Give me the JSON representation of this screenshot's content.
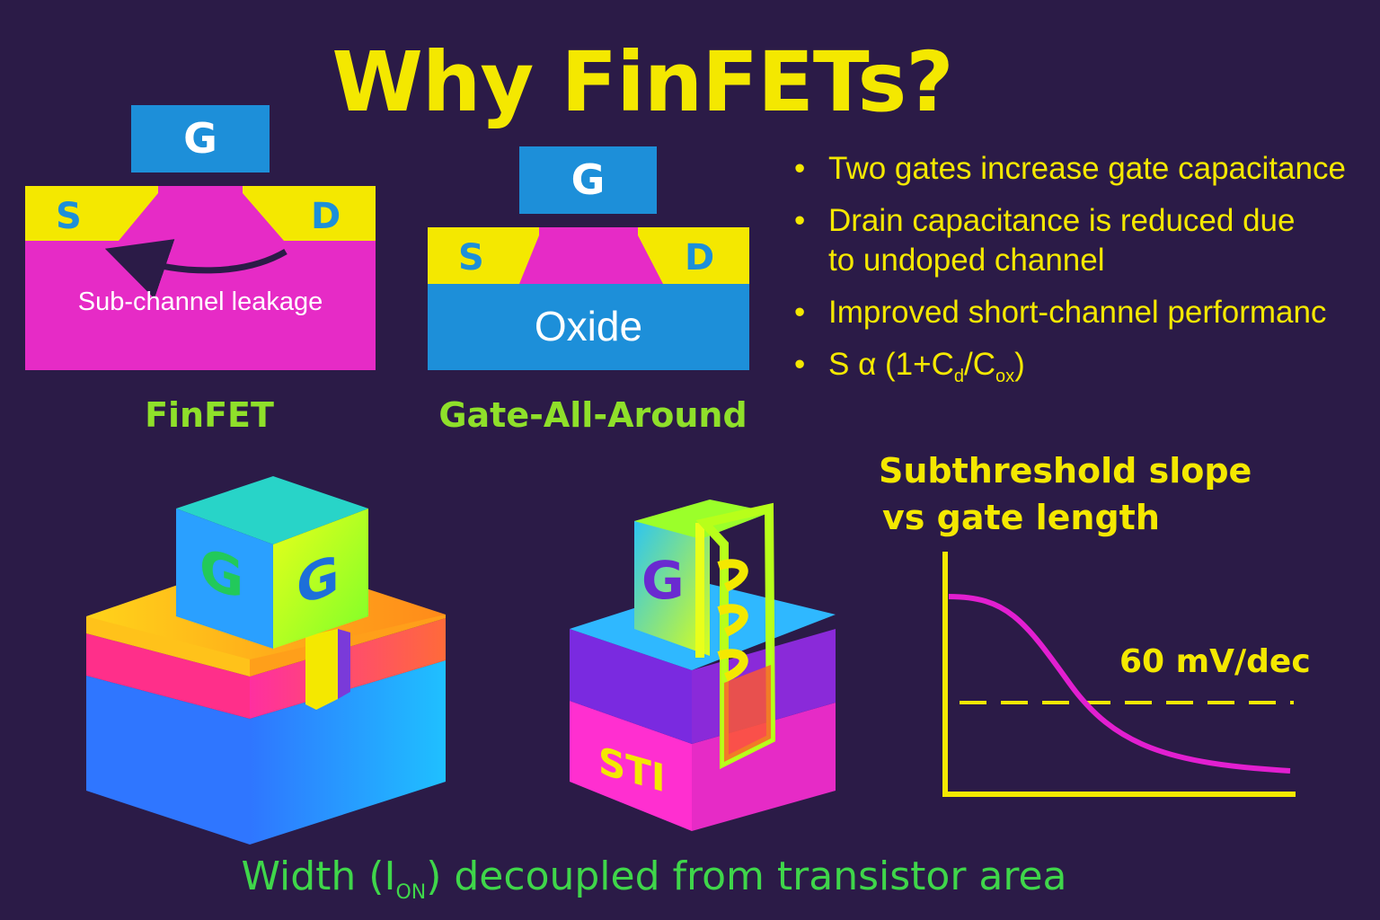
{
  "title": "Why FinFETs?",
  "finfet_cross_section": {
    "gate_label": "G",
    "source_label": "S",
    "drain_label": "D",
    "leakage_label": "Sub-channel leakage",
    "caption": "FinFET"
  },
  "gaa_cross_section": {
    "gate_label": "G",
    "source_label": "S",
    "drain_label": "D",
    "oxide_label": "Oxide",
    "caption": "Gate-All-Around"
  },
  "bullets": {
    "dot": "•",
    "b1": "Two gates increase gate capacitance",
    "b2_line1": "Drain capacitance is reduced due",
    "b2_line2": "to undoped channel",
    "b3": "Improved short-channel performanc",
    "b4_prefix": "S α (1+C",
    "b4_sub1": "d",
    "b4_mid": "/C",
    "b4_sub2": "ox",
    "b4_suffix": ")"
  },
  "graph": {
    "title_line1": "Subthreshold slope",
    "title_line2": "vs gate length",
    "reference_label": "60 mV/dec"
  },
  "device_3d_left": {
    "gate_face_left": "G",
    "gate_face_right": "G"
  },
  "device_3d_right": {
    "gate_label": "G",
    "sti_label": "STI"
  },
  "bottom_caption": {
    "prefix": "Width (I",
    "sub": "ON",
    "suffix": ") decoupled from transistor area"
  },
  "colors": {
    "background": "#2b1b47",
    "yellow": "#f4e800",
    "magenta": "#e62bc6",
    "blue": "#1d8fd9",
    "green": "#8fe02a",
    "curve": "#e21fd0"
  }
}
